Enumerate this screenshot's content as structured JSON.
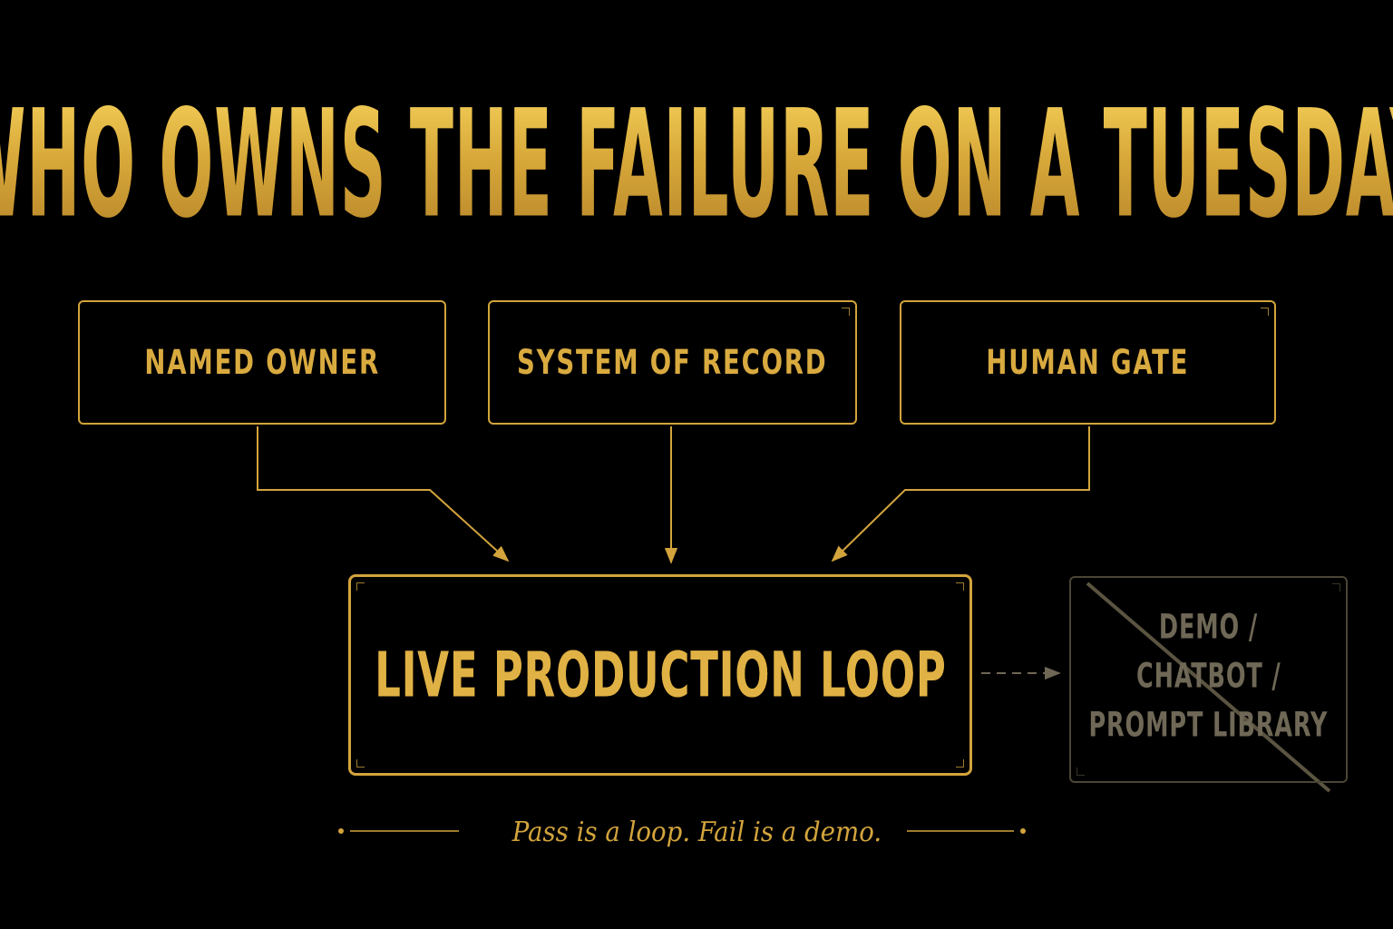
{
  "title": "WHO OWNS THE FAILURE ON A TUESDAY",
  "inputs": [
    {
      "id": "owner",
      "label": "NAMED OWNER"
    },
    {
      "id": "record",
      "label": "SYSTEM OF RECORD"
    },
    {
      "id": "gate",
      "label": "HUMAN GATE"
    }
  ],
  "target": {
    "label": "LIVE PRODUCTION LOOP"
  },
  "rejected": {
    "lines": [
      "DEMO /",
      "CHATBOT /",
      "PROMPT LIBRARY"
    ]
  },
  "tagline": "Pass is a loop. Fail is a demo.",
  "colors": {
    "background": "#000000",
    "gold": "#d3a43c",
    "gold_light": "#f4cf58",
    "muted": "#6f6856",
    "muted_border": "#4b4535"
  }
}
